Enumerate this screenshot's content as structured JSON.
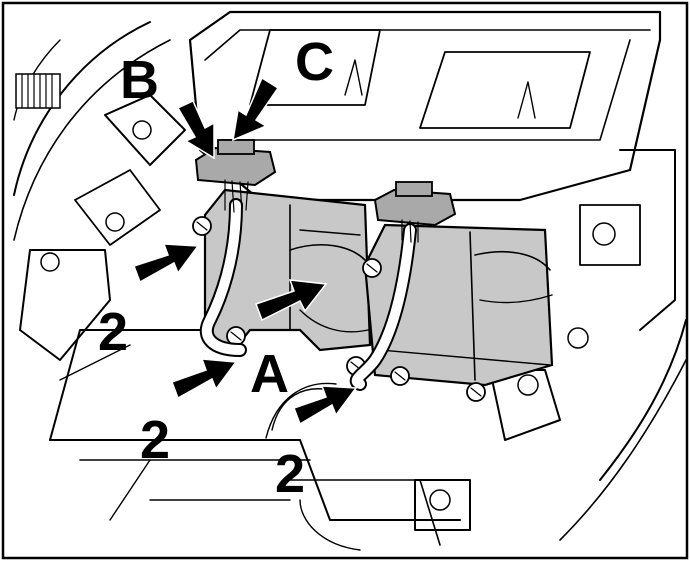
{
  "callouts": {
    "a": "A",
    "b": "B",
    "c": "C",
    "screw_1": "2",
    "screw_2": "2",
    "screw_3": "2"
  },
  "colors": {
    "ink": "#000000",
    "paper": "#ffffff",
    "cover_fill": "#c8c8c8",
    "connector_fill": "#a9a9a9"
  }
}
